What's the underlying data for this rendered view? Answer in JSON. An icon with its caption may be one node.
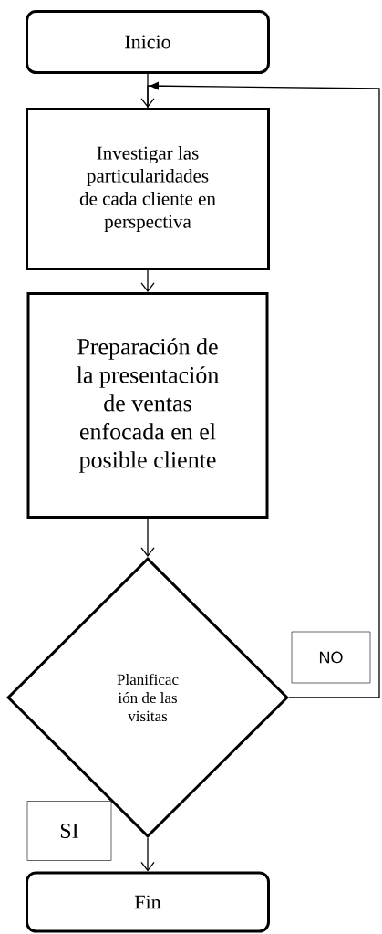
{
  "diagram": {
    "nodes": [
      {
        "text": [
          "Inicio"
        ]
      },
      {
        "text": [
          "Investigar las particularidades de cada cliente en perspectiva"
        ]
      },
      {
        "text": [
          "Preparación de la presentación de ventas enfocada en el posible cliente"
        ]
      },
      {
        "text": [
          "Planificac ión de las visitas"
        ]
      },
      {
        "text": [
          "Fin"
        ]
      }
    ],
    "edges": [
      {
        "from": 0,
        "to": 1,
        "arrow": "to"
      },
      {
        "from": 1,
        "to": 2,
        "arrow": "to"
      },
      {
        "from": 2,
        "to": 3,
        "arrow": "to"
      },
      {
        "from": 3,
        "to": 4,
        "arrow": "to",
        "label": "SI"
      },
      {
        "from": 3,
        "to": 1,
        "arrow": "to",
        "label": "NO"
      }
    ]
  }
}
